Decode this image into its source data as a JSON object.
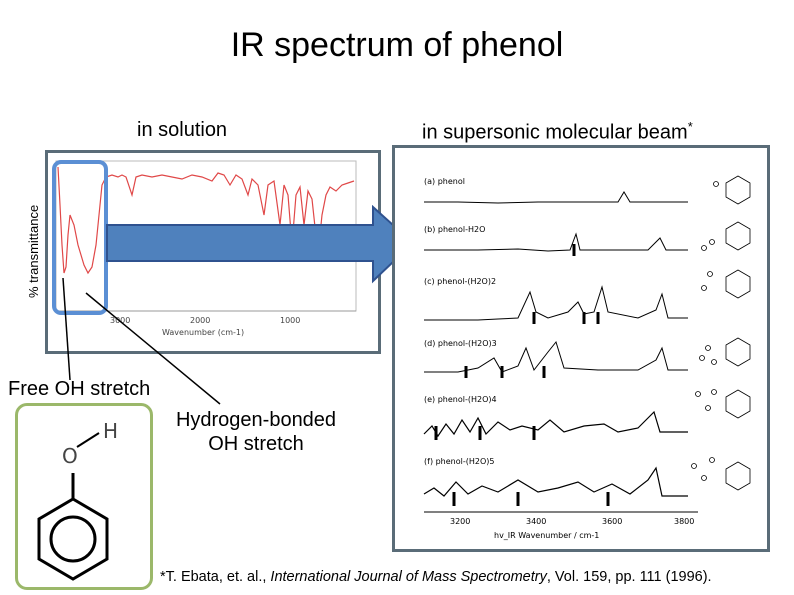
{
  "title": "IR spectrum of phenol",
  "left_panel": {
    "label": "in solution",
    "y_axis_label": "% transmittance",
    "x_axis_label": "Wavenumber (cm-1)",
    "x_ticks": [
      "3000",
      "2000",
      "1000"
    ]
  },
  "right_panel": {
    "label": "in supersonic molecular beam",
    "label_superscript": "*",
    "traces": [
      "(a) phenol",
      "(b) phenol-H2O",
      "(c) phenol-(H2O)2",
      "(d) phenol-(H2O)3",
      "(e) phenol-(H2O)4",
      "(f) phenol-(H2O)5"
    ],
    "x_ticks": [
      "3200",
      "3400",
      "3600",
      "3800"
    ],
    "x_axis_label": "hv_IR   Wavenumber / cm-1"
  },
  "annotations": {
    "free_oh": "Free OH stretch",
    "hbond_line1": "Hydrogen-bonded",
    "hbond_line2": "OH stretch"
  },
  "molecule": {
    "oxygen_label": "O",
    "hydrogen_label": "H"
  },
  "citation": {
    "prefix": "*T. Ebata, et. al., ",
    "journal": "International Journal of Mass Spectrometry",
    "suffix": ", Vol. 159, pp. 111 (1996)."
  },
  "colors": {
    "panel_border": "#5a6c78",
    "arrow_fill": "#4f81bd",
    "arrow_stroke": "#2f528f",
    "highlight": "#5b8fd4",
    "molecule_border": "#9bb86a",
    "spectrum_red": "#e04848"
  }
}
